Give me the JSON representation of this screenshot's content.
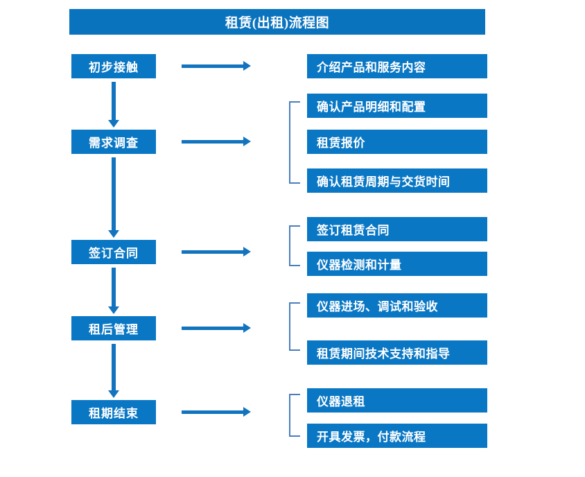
{
  "title": "租赁(出租)流程图",
  "colors": {
    "box_blue": "#0A77C4",
    "banner_blue": "#0A73BE",
    "arrow_blue": "#1273BE",
    "bracket_blue": "#4A7EBB",
    "text_white": "#FFFFFF",
    "background": "#FFFFFF"
  },
  "stages": [
    {
      "label": "初步接触"
    },
    {
      "label": "需求调查"
    },
    {
      "label": "签订合同"
    },
    {
      "label": "租后管理"
    },
    {
      "label": "租期结束"
    }
  ],
  "details": [
    {
      "label": "介绍产品和服务内容"
    },
    {
      "label": "确认产品明细和配置"
    },
    {
      "label": "租赁报价"
    },
    {
      "label": "确认租赁周期与交货时间"
    },
    {
      "label": "签订租赁合同"
    },
    {
      "label": "仪器检测和计量"
    },
    {
      "label": "仪器进场、调试和验收"
    },
    {
      "label": "租赁期间技术支持和指导"
    },
    {
      "label": "仪器退租"
    },
    {
      "label": "开具发票，付款流程"
    }
  ],
  "connectors": {
    "horizontal_arrow_count": 5,
    "vertical_arrow_count": 4,
    "bracket_count": 4
  },
  "chart_data": {
    "type": "diagram",
    "diagram_kind": "flowchart",
    "title": "租赁(出租)流程图",
    "orientation": "top-to-bottom",
    "nodes": [
      {
        "id": "stage-1",
        "column": "left",
        "label": "初步接触",
        "details": [
          "介绍产品和服务内容"
        ]
      },
      {
        "id": "stage-2",
        "column": "left",
        "label": "需求调查",
        "details": [
          "确认产品明细和配置",
          "租赁报价",
          "确认租赁周期与交货时间"
        ]
      },
      {
        "id": "stage-3",
        "column": "left",
        "label": "签订合同",
        "details": [
          "签订租赁合同",
          "仪器检测和计量"
        ]
      },
      {
        "id": "stage-4",
        "column": "left",
        "label": "租后管理",
        "details": [
          "仪器进场、调试和验收",
          "租赁期间技术支持和指导"
        ]
      },
      {
        "id": "stage-5",
        "column": "left",
        "label": "租期结束",
        "details": [
          "仪器退租",
          "开具发票，付款流程"
        ]
      }
    ],
    "edges": [
      {
        "from": "stage-1",
        "to": "stage-2",
        "kind": "vertical-arrow"
      },
      {
        "from": "stage-2",
        "to": "stage-3",
        "kind": "vertical-arrow"
      },
      {
        "from": "stage-3",
        "to": "stage-4",
        "kind": "vertical-arrow"
      },
      {
        "from": "stage-4",
        "to": "stage-5",
        "kind": "vertical-arrow"
      },
      {
        "from": "stage-1",
        "to": "details-group-1",
        "kind": "horizontal-arrow"
      },
      {
        "from": "stage-2",
        "to": "details-group-2",
        "kind": "horizontal-arrow"
      },
      {
        "from": "stage-3",
        "to": "details-group-3",
        "kind": "horizontal-arrow"
      },
      {
        "from": "stage-4",
        "to": "details-group-4",
        "kind": "horizontal-arrow"
      },
      {
        "from": "stage-5",
        "to": "details-group-5",
        "kind": "horizontal-arrow"
      }
    ]
  }
}
